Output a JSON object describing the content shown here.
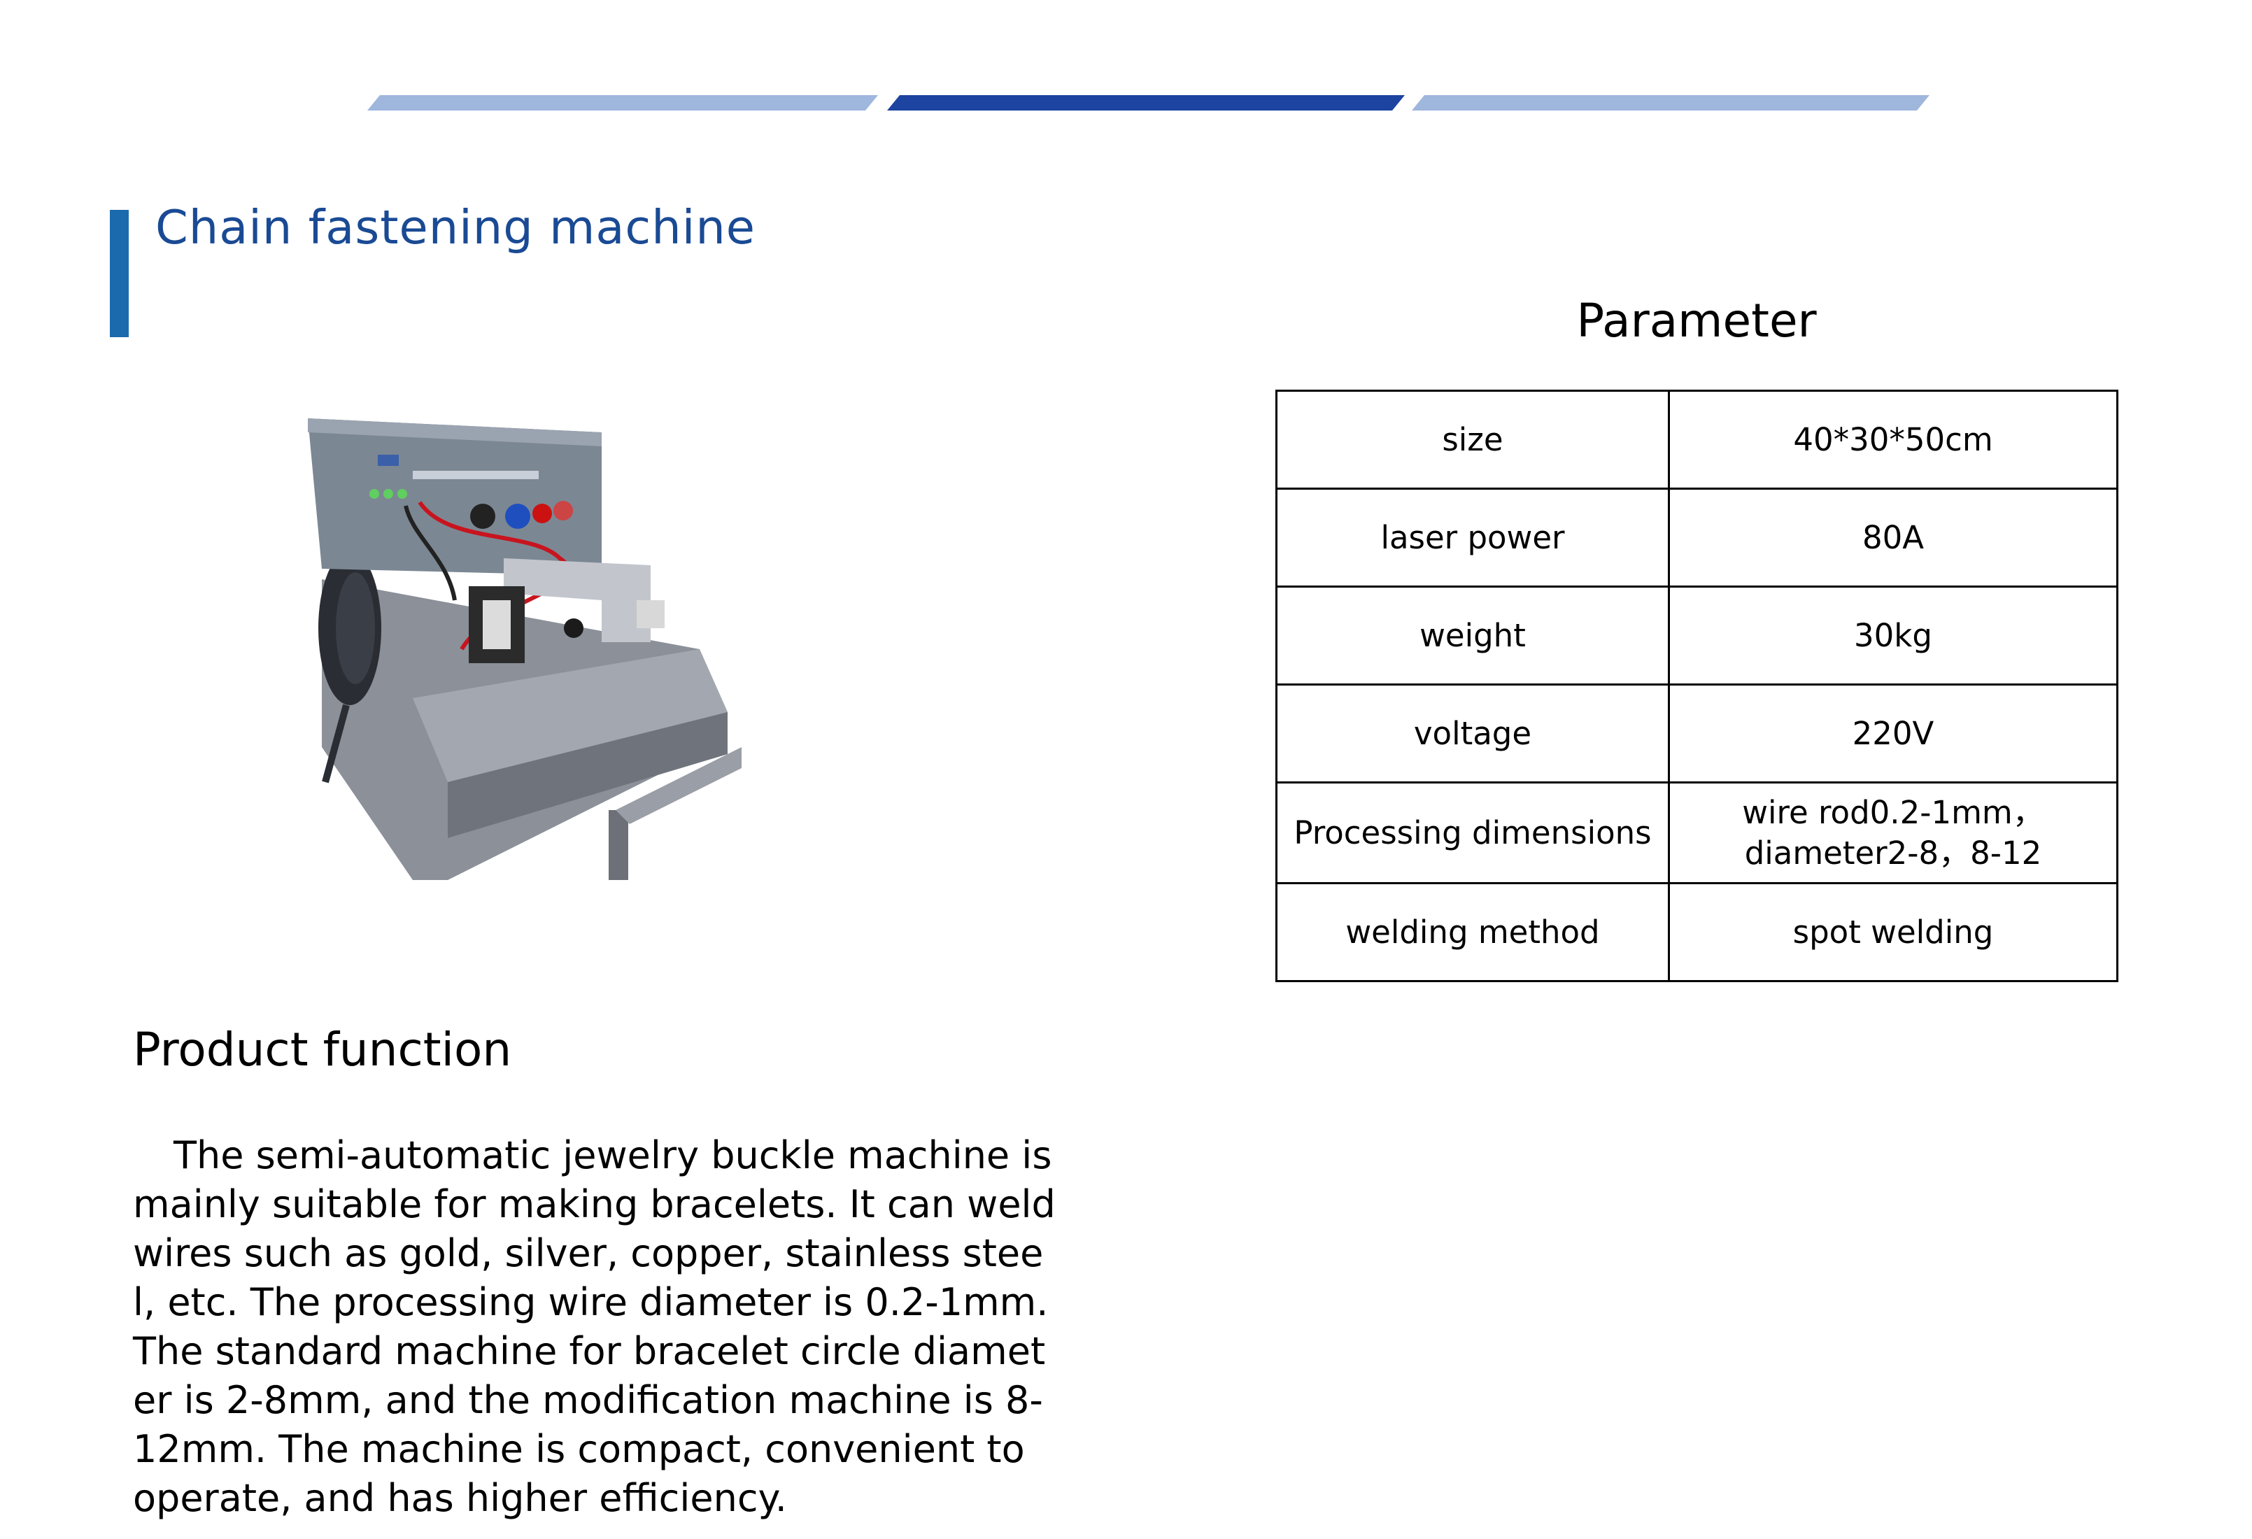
{
  "header": {
    "title": "Chain fastening machine"
  },
  "product_photo": {
    "icon": "chain-fastening-machine-photo",
    "panel_color": "#7c8794",
    "base_color": "#8b9099"
  },
  "product_function": {
    "heading": "Product function",
    "text": "The semi-automatic jewelry buckle machine is mainly suitable for making bracelets. It can weld wires such as gold, silver, copper, stainless steel, etc. The processing wire diameter is 0.2-1mm. The standard machine for bracelet circle diameter is 2-8mm, and the modification machine is 8-12mm. The machine is compact, convenient to operate, and has higher efficiency."
  },
  "parameters": {
    "heading": "Parameter",
    "rows": [
      {
        "label": "size",
        "value": "40*30*50cm"
      },
      {
        "label": "laser power",
        "value": "80A"
      },
      {
        "label": "weight",
        "value": "30kg"
      },
      {
        "label": "voltage",
        "value": "220V"
      },
      {
        "label": "Processing dimensions",
        "value": "wire rod0.2-1mm，diameter2-8，8-12"
      },
      {
        "label": "welding method",
        "value": "spot welding"
      }
    ]
  },
  "colors": {
    "accent": "#1b6aad",
    "title": "#1a4a94",
    "bar_active": "#1c44a0",
    "bar_inactive": "#9fb6dd"
  }
}
